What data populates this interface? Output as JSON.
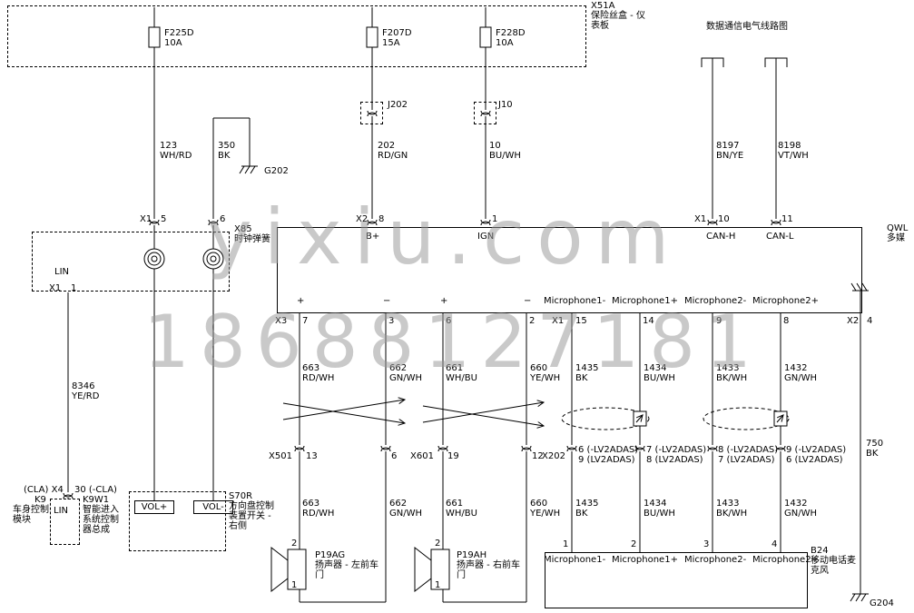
{
  "watermark": {
    "site": "yixiu.com",
    "phone": "18688127181"
  },
  "fuse_box": {
    "code": "X51A",
    "name": "保险丝盒 - 仪表板",
    "fuse1": {
      "id": "F225D",
      "amp": "10A"
    },
    "fuse2": {
      "id": "F207D",
      "amp": "15A"
    },
    "fuse3": {
      "id": "F228D",
      "amp": "10A"
    }
  },
  "datalink": {
    "note": "数据通信电气线路图"
  },
  "inline": {
    "j202": "J202",
    "j10": "J10"
  },
  "grounds": {
    "g202": "G202",
    "g204": "G204"
  },
  "wires": {
    "w123": {
      "num": "123",
      "color": "WH/RD"
    },
    "w350": {
      "num": "350",
      "color": "BK"
    },
    "w202": {
      "num": "202",
      "color": "RD/GN"
    },
    "w10": {
      "num": "10",
      "color": "BU/WH"
    },
    "w8197": {
      "num": "8197",
      "color": "BN/YE"
    },
    "w8198": {
      "num": "8198",
      "color": "VT/WH"
    },
    "w8346": {
      "num": "8346",
      "color": "YE/RD"
    },
    "w663": {
      "num": "663",
      "color": "RD/WH"
    },
    "w662": {
      "num": "662",
      "color": "GN/WH"
    },
    "w661": {
      "num": "661",
      "color": "WH/BU"
    },
    "w660": {
      "num": "660",
      "color": "YE/WH"
    },
    "w1435": {
      "num": "1435",
      "color": "BK"
    },
    "w1434": {
      "num": "1434",
      "color": "BU/WH"
    },
    "w1433": {
      "num": "1433",
      "color": "BK/WH"
    },
    "w1432": {
      "num": "1432",
      "color": "GN/WH"
    },
    "w750": {
      "num": "750",
      "color": "BK"
    }
  },
  "radio": {
    "code": "QWL",
    "name": "多媒",
    "top": {
      "x1": "X1",
      "p5": "5",
      "p6": "6",
      "x2": "X2",
      "p8": "8",
      "p1": "1",
      "x1b": "X1",
      "p10": "10",
      "p11": "11",
      "b_plus": "B+",
      "ign": "IGN",
      "can_h": "CAN-H",
      "can_l": "CAN-L"
    },
    "bottom": {
      "plus1": "+",
      "minus1": "−",
      "plus2": "+",
      "minus2": "−",
      "m1m": "Microphone1-",
      "m1p": "Microphone1+",
      "m2m": "Microphone2-",
      "m2p": "Microphone2+",
      "x3": "X3",
      "p7": "7",
      "p3": "3",
      "p6": "6",
      "p2": "2",
      "x1": "X1",
      "p15": "15",
      "p14": "14",
      "p9": "9",
      "p8": "8",
      "x2": "X2",
      "p4": "4"
    }
  },
  "clockspring": {
    "code": "X85",
    "name": "时钟弹簧",
    "lin": "LIN",
    "conn": "X1",
    "pin": "1"
  },
  "bcm": {
    "pin_left": "(CLA) X4",
    "pin_right": "30 (-CLA)",
    "code_left": "K9",
    "code_right": "K9W1",
    "name_left": "车身控制模块",
    "name_right": "智能进入系统控制器总成",
    "lin": "LIN"
  },
  "swc": {
    "code": "S70R",
    "name": "方向盘控制装置开关 - 右侧",
    "vol_plus": "VOL+",
    "vol_minus": "VOL-"
  },
  "conn_row": {
    "x501": "X501",
    "x501_p13": "13",
    "x501_p6": "6",
    "x601": "X601",
    "x601_p19": "19",
    "x601_p12": "12",
    "x202": "X202",
    "a1": "6 (-LV2ADAS)",
    "a2": "9 (LV2ADAS)",
    "b1": "7 (-LV2ADAS)",
    "b2": "8 (LV2ADAS)",
    "c1": "8 (-LV2ADAS)",
    "c2": "7 (LV2ADAS)",
    "d1": "9 (-LV2ADAS)",
    "d2": "6 (LV2ADAS)"
  },
  "speaker_left": {
    "code": "P19AG",
    "name": "扬声器 - 左前车门",
    "pin_top": "2",
    "pin_bottom": "1"
  },
  "speaker_right": {
    "code": "P19AH",
    "name": "扬声器 - 右前车门",
    "pin_top": "2",
    "pin_bottom": "1"
  },
  "mic": {
    "code": "B24",
    "name": "移动电话麦克风",
    "p1": "1",
    "p2": "2",
    "p3": "3",
    "p4": "4",
    "m1m": "Microphone1-",
    "m1p": "Microphone1+",
    "m2m": "Microphone2-",
    "m2p": "Microphone2+"
  }
}
